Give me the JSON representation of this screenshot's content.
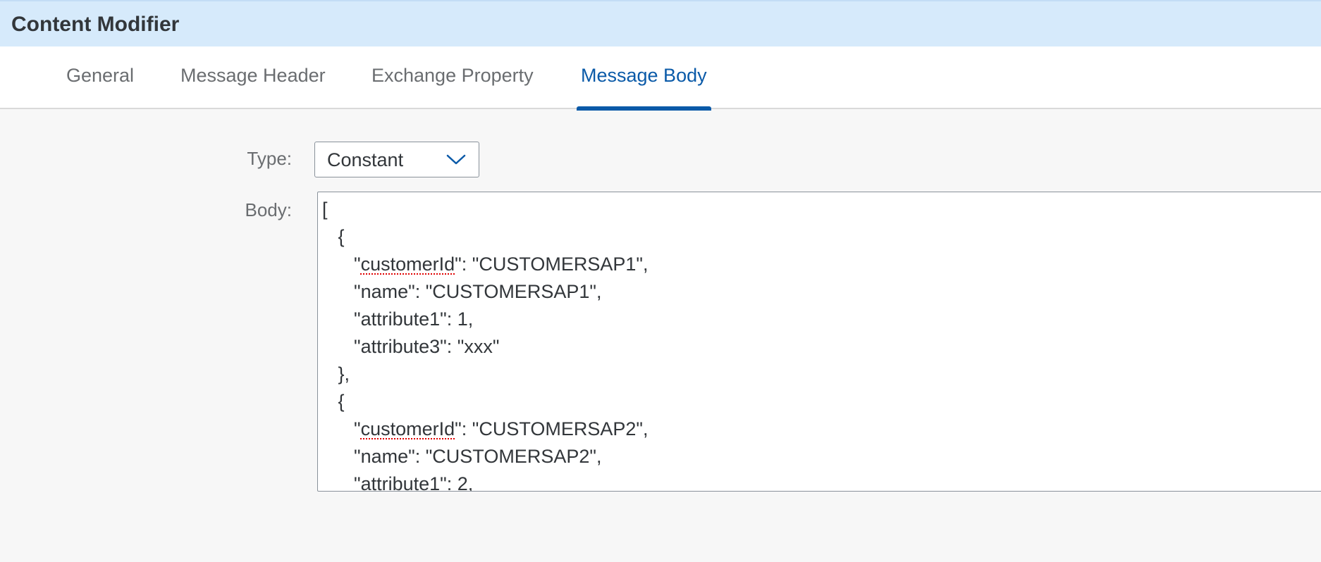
{
  "header": {
    "title": "Content Modifier"
  },
  "tabs": [
    {
      "label": "General"
    },
    {
      "label": "Message Header"
    },
    {
      "label": "Exchange Property"
    },
    {
      "label": "Message Body"
    }
  ],
  "selected_tab": "Message Body",
  "form": {
    "type_label": "Type:",
    "type_value": "Constant",
    "body_label": "Body:"
  },
  "body_lines": [
    {
      "pre": "[",
      "key": "",
      "post": ""
    },
    {
      "pre": "   {",
      "key": "",
      "post": ""
    },
    {
      "pre": "      \"",
      "key": "customerId",
      "post": "\": \"CUSTOMERSAP1\","
    },
    {
      "pre": "      \"name\": \"CUSTOMERSAP1\",",
      "key": "",
      "post": ""
    },
    {
      "pre": "      \"attribute1\": 1,",
      "key": "",
      "post": ""
    },
    {
      "pre": "      \"attribute3\": \"xxx\"",
      "key": "",
      "post": ""
    },
    {
      "pre": "   },",
      "key": "",
      "post": ""
    },
    {
      "pre": "   {",
      "key": "",
      "post": ""
    },
    {
      "pre": "      \"",
      "key": "customerId",
      "post": "\": \"CUSTOMERSAP2\","
    },
    {
      "pre": "      \"name\": \"CUSTOMERSAP2\",",
      "key": "",
      "post": ""
    },
    {
      "pre": "      \"attribute1\": 2,",
      "key": "",
      "post": ""
    }
  ],
  "colors": {
    "header_bg": "#d6eafb",
    "accent": "#0a5aa8",
    "spellcheck": "#e00000"
  },
  "icons": {
    "dropdown": "chevron-down-icon"
  }
}
